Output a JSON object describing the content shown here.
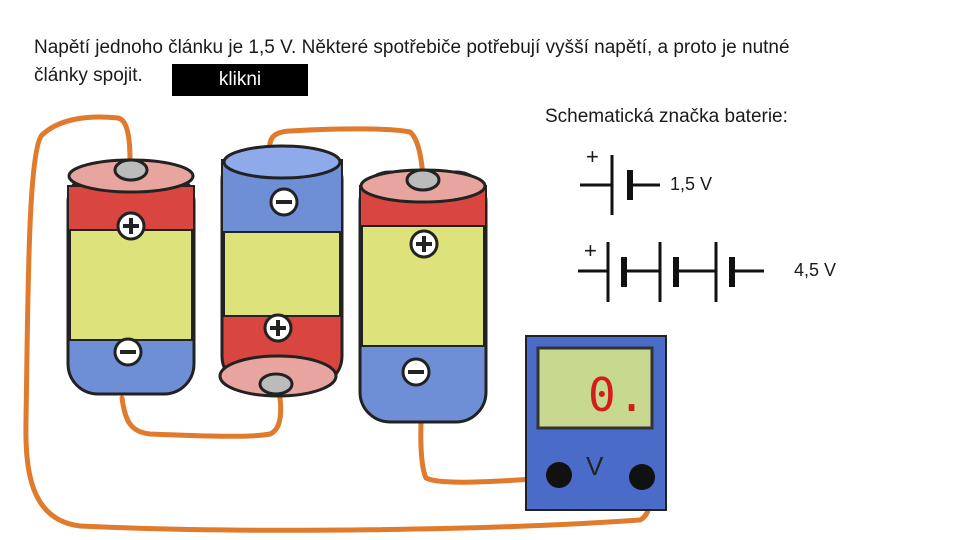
{
  "intro": {
    "line1": "Napětí jednoho článku je 1,5 V. Některé spotřebiče potřebují vyšší napětí, a proto je nutné",
    "line2": "články spojit."
  },
  "klikni_button": "klikni",
  "schema": {
    "title": "Schematická značka baterie:",
    "single": {
      "plus": "+",
      "voltage": "1,5 V"
    },
    "triple": {
      "plus": "+",
      "voltage": "4,5 V"
    }
  },
  "voltmeter": {
    "reading": "0.",
    "unit": "V"
  },
  "colors": {
    "wire": "#e07a2c",
    "battery_red": "#d9463f",
    "battery_yellow": "#dde27a",
    "battery_blue": "#6e8fd6",
    "meter_body": "#4a6cc8",
    "meter_screen": "#c7d98e",
    "display_red": "#d41c1c"
  }
}
